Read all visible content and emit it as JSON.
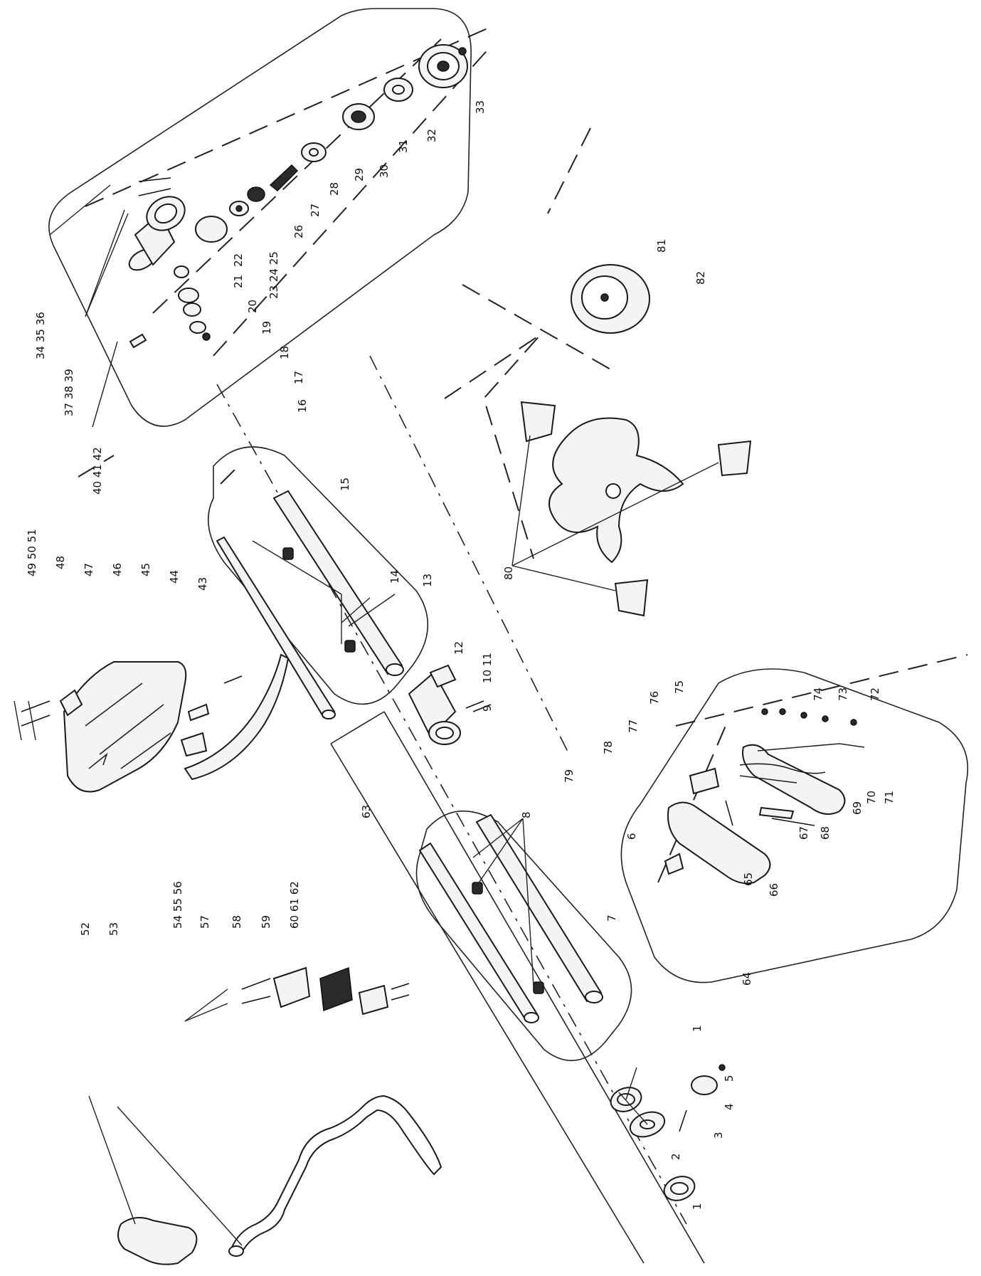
{
  "callouts": [
    {
      "id": "c1a",
      "text": "1"
    },
    {
      "id": "c1b",
      "text": "1"
    },
    {
      "id": "c2",
      "text": "2"
    },
    {
      "id": "c3",
      "text": "3"
    },
    {
      "id": "c4",
      "text": "4"
    },
    {
      "id": "c5",
      "text": "5"
    },
    {
      "id": "c6",
      "text": "6"
    },
    {
      "id": "c7",
      "text": "7"
    },
    {
      "id": "c8",
      "text": "8"
    },
    {
      "id": "c9",
      "text": "9"
    },
    {
      "id": "c10",
      "text": "10 11"
    },
    {
      "id": "c12",
      "text": "12"
    },
    {
      "id": "c13",
      "text": "13"
    },
    {
      "id": "c14",
      "text": "14"
    },
    {
      "id": "c15",
      "text": "15"
    },
    {
      "id": "c16",
      "text": "16"
    },
    {
      "id": "c17",
      "text": "17"
    },
    {
      "id": "c18",
      "text": "18"
    },
    {
      "id": "c19",
      "text": "19"
    },
    {
      "id": "c20",
      "text": "20"
    },
    {
      "id": "c21",
      "text": "21"
    },
    {
      "id": "c22",
      "text": "22"
    },
    {
      "id": "c23",
      "text": "23 24 25"
    },
    {
      "id": "c26",
      "text": "26"
    },
    {
      "id": "c27",
      "text": "27"
    },
    {
      "id": "c28",
      "text": "28"
    },
    {
      "id": "c29",
      "text": "29"
    },
    {
      "id": "c30",
      "text": "30"
    },
    {
      "id": "c31",
      "text": "31"
    },
    {
      "id": "c32",
      "text": "32"
    },
    {
      "id": "c33",
      "text": "33"
    },
    {
      "id": "c34",
      "text": "34 35 36"
    },
    {
      "id": "c37",
      "text": "37 38 39"
    },
    {
      "id": "c40",
      "text": "40 41 42"
    },
    {
      "id": "c43",
      "text": "43"
    },
    {
      "id": "c44",
      "text": "44"
    },
    {
      "id": "c45",
      "text": "45"
    },
    {
      "id": "c46",
      "text": "46"
    },
    {
      "id": "c47",
      "text": "47"
    },
    {
      "id": "c48",
      "text": "48"
    },
    {
      "id": "c49",
      "text": "49 50 51"
    },
    {
      "id": "c52",
      "text": "52"
    },
    {
      "id": "c53",
      "text": "53"
    },
    {
      "id": "c54",
      "text": "54 55 56"
    },
    {
      "id": "c57",
      "text": "57"
    },
    {
      "id": "c58",
      "text": "58"
    },
    {
      "id": "c59",
      "text": "59"
    },
    {
      "id": "c60",
      "text": "60 61 62"
    },
    {
      "id": "c63",
      "text": "63"
    },
    {
      "id": "c64",
      "text": "64"
    },
    {
      "id": "c65",
      "text": "65"
    },
    {
      "id": "c66",
      "text": "66"
    },
    {
      "id": "c67",
      "text": "67"
    },
    {
      "id": "c68",
      "text": "68"
    },
    {
      "id": "c69",
      "text": "69"
    },
    {
      "id": "c70",
      "text": "70"
    },
    {
      "id": "c71",
      "text": "71"
    },
    {
      "id": "c72",
      "text": "72"
    },
    {
      "id": "c73",
      "text": "73"
    },
    {
      "id": "c74",
      "text": "74"
    },
    {
      "id": "c75",
      "text": "75"
    },
    {
      "id": "c76",
      "text": "76"
    },
    {
      "id": "c77",
      "text": "77"
    },
    {
      "id": "c78",
      "text": "78"
    },
    {
      "id": "c79",
      "text": "79"
    },
    {
      "id": "c80",
      "text": "80"
    },
    {
      "id": "c81",
      "text": "81"
    },
    {
      "id": "c82",
      "text": "82"
    }
  ]
}
